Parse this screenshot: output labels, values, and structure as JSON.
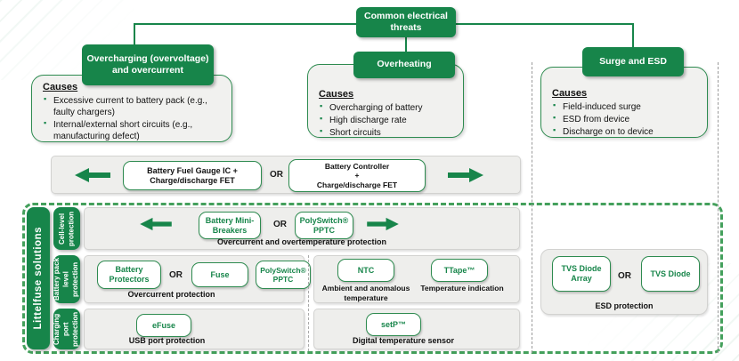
{
  "diagram": {
    "root_title": "Common electrical threats",
    "or_label": "OR",
    "threats": [
      {
        "title": "Overcharging (overvoltage) and overcurrent",
        "causes_heading": "Causes",
        "causes": [
          "Excessive current to battery pack (e.g., faulty chargers)",
          "Internal/external short circuits (e.g., manufacturing defect)"
        ]
      },
      {
        "title": "Overheating",
        "causes_heading": "Causes",
        "causes": [
          "Overcharging of battery",
          "High discharge rate",
          "Short circuits"
        ]
      },
      {
        "title": "Surge and ESD",
        "causes_heading": "Causes",
        "causes": [
          "Field-induced surge",
          "ESD from device",
          "Discharge on to device"
        ]
      }
    ],
    "system_band": {
      "option1_lines": [
        "Battery Fuel Gauge IC +",
        "Charge/discharge FET"
      ],
      "option2_lines": [
        "Battery Controller",
        "+",
        "Charge/discharge FET"
      ]
    },
    "solutions": {
      "sidebar_label": "Littelfuse solutions",
      "cell_row": {
        "tab": "Cell-level protection",
        "product1": "Battery Mini-Breakers",
        "product2": "PolySwitch® PPTC",
        "caption": "Overcurrent and overtemperature protection"
      },
      "pack_row": {
        "tab": "Battery pack level protection",
        "product1": "Battery Protectors",
        "product2": "Fuse",
        "product3": "PolySwitch® PPTC",
        "left_caption": "Overcurrent protection",
        "product4": "NTC",
        "ntc_caption": "Ambient and anomalous temperature",
        "product5": "TTape™",
        "ttape_caption": "Temperature indication"
      },
      "charging_row": {
        "tab": "Charging port protection",
        "product1": "eFuse",
        "left_caption": "USB port protection",
        "product2": "setP™",
        "right_caption": "Digital temperature sensor"
      },
      "esd": {
        "product1": "TVS Diode Array",
        "product2": "TVS Diode",
        "caption": "ESD protection"
      }
    },
    "colors": {
      "green": "#17854a",
      "panel": "#eeeeec"
    }
  }
}
